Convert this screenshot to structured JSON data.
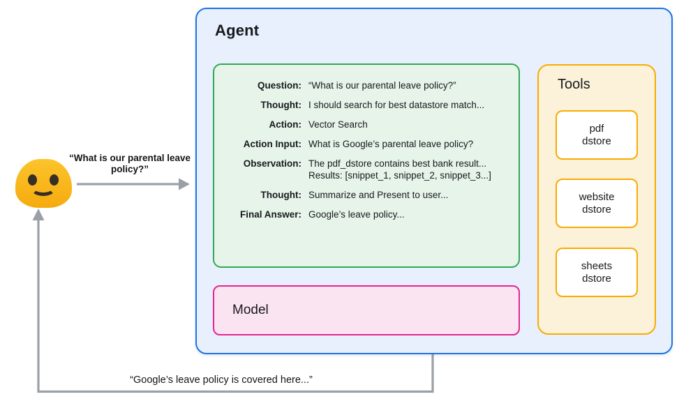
{
  "user": {
    "emoji_icon": "smiling-blob-emoji",
    "question_caption": "“What is our parental leave policy?”"
  },
  "agent": {
    "title": "Agent",
    "trace": [
      {
        "label": "Question:",
        "value": "“What is our parental leave policy?”"
      },
      {
        "label": "Thought:",
        "value": "I should search for best datastore match..."
      },
      {
        "label": "Action:",
        "value": "Vector Search"
      },
      {
        "label": "Action Input:",
        "value": "What is Google’s parental leave policy?"
      },
      {
        "label": "Observation:",
        "value": "The pdf_dstore contains best bank result...",
        "value2": "Results: [snippet_1, snippet_2, snippet_3...]"
      },
      {
        "label": "Thought:",
        "value": "Summarize and Present to user..."
      },
      {
        "label": "Final Answer:",
        "value": "Google’s leave policy..."
      }
    ],
    "model_label": "Model"
  },
  "tools": {
    "title": "Tools",
    "items": [
      {
        "line1": "pdf",
        "line2": "dstore"
      },
      {
        "line1": "website",
        "line2": "dstore"
      },
      {
        "line1": "sheets",
        "line2": "dstore"
      }
    ]
  },
  "return_caption": "“Google’s leave policy is covered here...”",
  "colors": {
    "agent_fill": "#e8f0fe",
    "agent_border": "#1a73e8",
    "trace_fill": "#e6f4ea",
    "trace_border": "#34a853",
    "model_fill": "#fbe4f1",
    "model_border": "#e52592",
    "tools_fill": "#fbf2d9",
    "tools_border": "#f9ab00",
    "dstore_fill": "#ffffff",
    "arrow_gray": "#9aa0a6",
    "emoji_yellow": "#f9b816"
  }
}
